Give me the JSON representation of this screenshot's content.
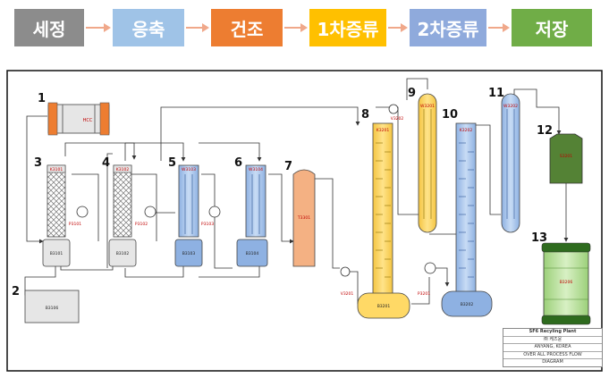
{
  "steps": [
    {
      "label": "세정",
      "color": "#8c8c8c"
    },
    {
      "label": "응축",
      "color": "#9fc3e7"
    },
    {
      "label": "건조",
      "color": "#ed7d31"
    },
    {
      "label": "1차증류",
      "color": "#ffc000"
    },
    {
      "label": "2차증류",
      "color": "#8faadc"
    },
    {
      "label": "저장",
      "color": "#70ad47"
    }
  ],
  "numbers": {
    "n1": "1",
    "n2": "2",
    "n3": "3",
    "n4": "4",
    "n5": "5",
    "n6": "6",
    "n7": "7",
    "n8": "8",
    "n9": "9",
    "n10": "10",
    "n11": "11",
    "n12": "12",
    "n13": "13"
  },
  "tags": {
    "hcc": "HCC",
    "k3101": "K3101",
    "k3102": "K3102",
    "w3103": "W3103",
    "w3104": "W3104",
    "p3101": "P3101",
    "p3102": "P3102",
    "p3103": "P3103",
    "b3101": "B3101",
    "b3102": "B3102",
    "b3103": "B3103",
    "b3104": "B3104",
    "b3106": "B3106",
    "t3301": "T3301",
    "v3201": "V3201",
    "v3202": "V3202",
    "k3201": "K3201",
    "k3202": "K3202",
    "w3201": "W3201",
    "w3202": "W3202",
    "b3201": "B3201",
    "b3202": "B3202",
    "p3201": "P3201",
    "s3201": "S3201",
    "b3206": "B3206"
  },
  "title_block": {
    "line1": "SF6 Recyling Plant",
    "line2": "㈜ 케즈윤",
    "line3": "ANYANG, KOREA",
    "line4": "OVER ALL PROCESS FLOW",
    "line5": "DIAGRAM"
  }
}
